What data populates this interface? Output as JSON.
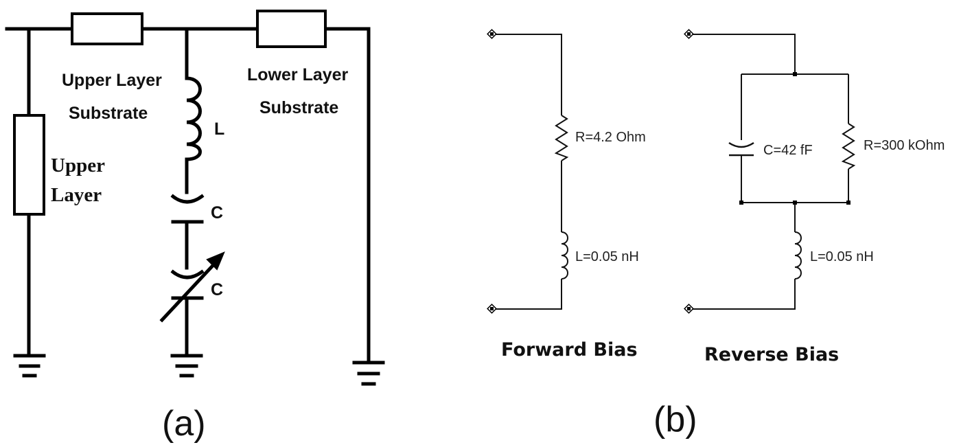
{
  "panel_a": {
    "caption": "(a)",
    "label_upper_layer_substrate_line1": "Upper Layer",
    "label_upper_layer_substrate_line2": "Substrate",
    "label_lower_layer_substrate_line1": "Lower Layer",
    "label_lower_layer_substrate_line2": "Substrate",
    "label_upper_layer_line1": "Upper",
    "label_upper_layer_line2": "Layer",
    "label_inductor": "L",
    "label_capacitor": "C",
    "label_variable_capacitor": "C"
  },
  "panel_b": {
    "caption": "(b)",
    "forward_bias": {
      "title": "Forward Bias",
      "resistor_label": "R=4.2 Ohm",
      "inductor_label": "L=0.05 nH"
    },
    "reverse_bias": {
      "title": "Reverse Bias",
      "capacitor_label": "C=42 fF",
      "resistor_label": "R=300 kOhm",
      "inductor_label": "L=0.05 nH"
    }
  }
}
